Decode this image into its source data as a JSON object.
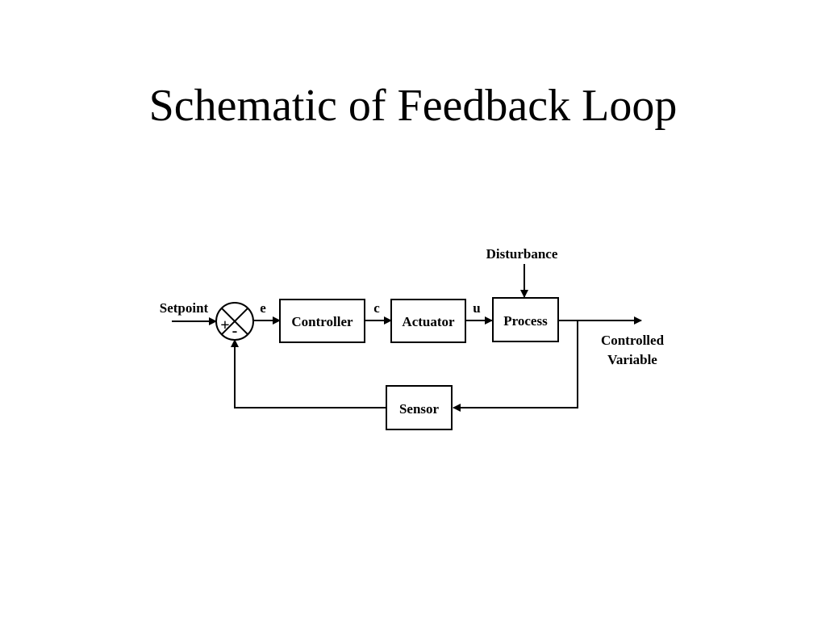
{
  "title": "Schematic of Feedback Loop",
  "diagram": {
    "blocks": {
      "controller": "Controller",
      "actuator": "Actuator",
      "process": "Process",
      "sensor": "Sensor"
    },
    "signals": {
      "setpoint": "Setpoint",
      "error": "e",
      "control": "c",
      "input": "u",
      "disturbance": "Disturbance",
      "output_line1": "Controlled",
      "output_line2": "Variable"
    },
    "summing_junction": {
      "plus": "+",
      "minus": "-"
    }
  }
}
